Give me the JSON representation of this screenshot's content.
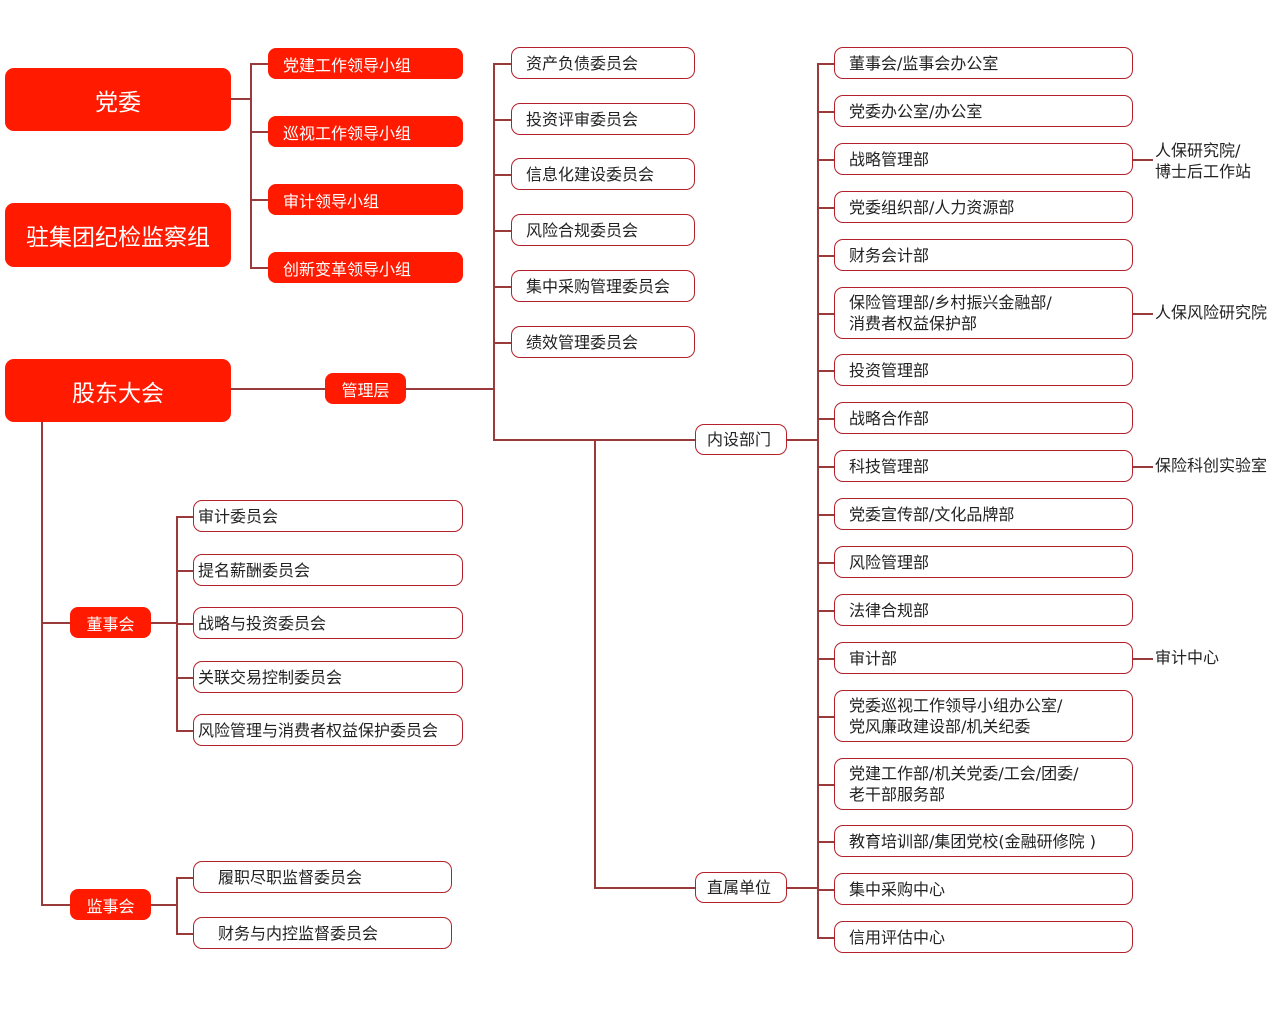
{
  "top_left": {
    "party_committee": "党委",
    "discipline_group": "驻集团纪检监察组",
    "shareholders": "股东大会"
  },
  "party_groups": [
    "党建工作领导小组",
    "巡视工作领导小组",
    "审计领导小组",
    "创新变革领导小组"
  ],
  "management": "管理层",
  "committees": [
    "资产负债委员会",
    "投资评审委员会",
    "信息化建设委员会",
    "风险合规委员会",
    "集中采购管理委员会",
    "绩效管理委员会"
  ],
  "internal_departments_label": "内设部门",
  "direct_units_label": "直属单位",
  "departments": [
    "董事会/监事会办公室",
    "党委办公室/办公室",
    "战略管理部",
    "党委组织部/人力资源部",
    "财务会计部",
    "保险管理部/乡村振兴金融部/\n消费者权益保护部",
    "投资管理部",
    "战略合作部",
    "科技管理部",
    "党委宣传部/文化品牌部",
    "风险管理部",
    "法律合规部",
    "审计部",
    "党委巡视工作领导小组办公室/\n党风廉政建设部/机关纪委",
    "党建工作部/机关党委/工会/团委/\n老干部服务部",
    "教育培训部/集团党校(金融研修院 )",
    "集中采购中心",
    "信用评估中心"
  ],
  "side_units": [
    {
      "dept_index": 2,
      "label": "人保研究院/\n博士后工作站"
    },
    {
      "dept_index": 5,
      "label": "人保风险研究院"
    },
    {
      "dept_index": 8,
      "label": "保险科创实验室"
    },
    {
      "dept_index": 12,
      "label": "审计中心"
    }
  ],
  "board": {
    "label": "董事会",
    "committees": [
      "审计委员会",
      "提名薪酬委员会",
      "战略与投资委员会",
      "关联交易控制委员会",
      "风险管理与消费者权益保护委员会"
    ]
  },
  "supervisory": {
    "label": "监事会",
    "committees": [
      "履职尽职监督委员会",
      "财务与内控监督委员会"
    ]
  },
  "colors": {
    "accent": "#ff1a00",
    "border": "#b3222a",
    "line": "#9a3b3b"
  }
}
